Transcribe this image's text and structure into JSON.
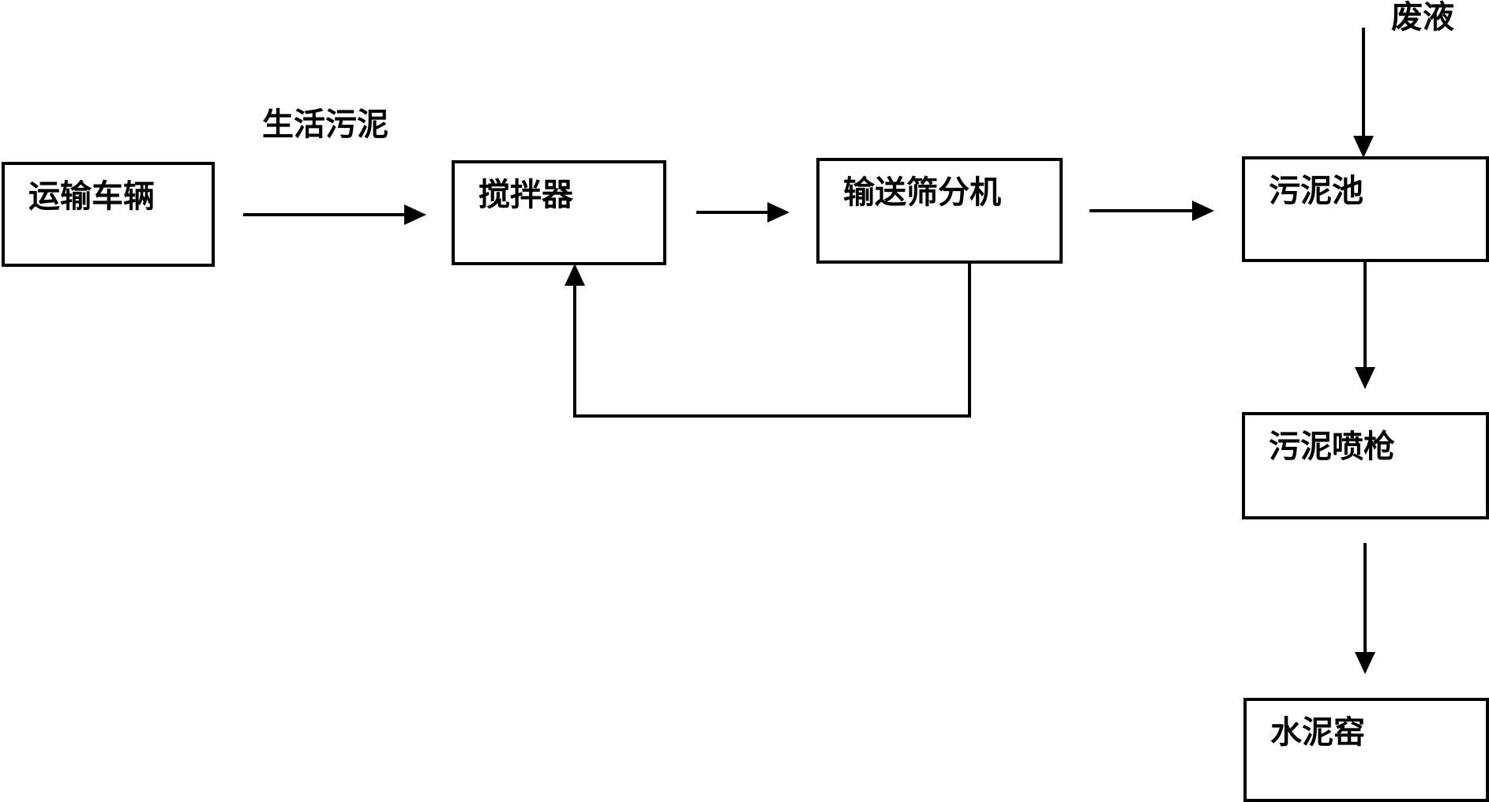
{
  "nodes": {
    "transport_vehicle": "运输车辆",
    "mixer": "搅拌器",
    "conveyor_screener": "输送筛分机",
    "sludge_pool": "污泥池",
    "sludge_spray_gun": "污泥喷枪",
    "cement_kiln": "水泥窑"
  },
  "edge_labels": {
    "domestic_sludge": "生活污泥",
    "waste_liquid": "废液"
  }
}
